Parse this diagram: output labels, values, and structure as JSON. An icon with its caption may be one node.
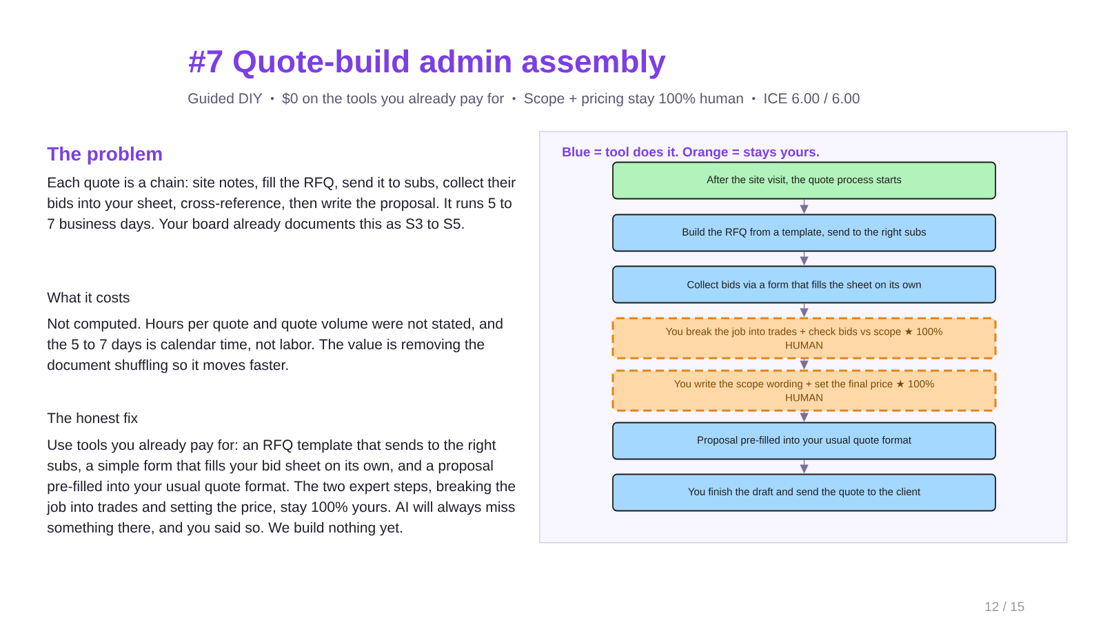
{
  "diagram": {
    "title": "#7 Quote-build admin assembly",
    "nodes": [
      {
        "text": [
          "Blue = tool does it. Orange = stays yours."
        ]
      },
      {
        "text": [
          "After the site visit, the quote process starts"
        ],
        "in": 0
      },
      {
        "text": [
          "Build the RFQ from a template, send to the right subs"
        ],
        "in": 0
      },
      {
        "text": [
          "Collect bids via a form that fills the sheet on its own"
        ],
        "in": 0
      },
      {
        "text": [
          "You break the job into trades + check bids vs scope ★ 100% HUMAN"
        ],
        "in": 0
      },
      {
        "text": [
          "You write the scope wording + set the final price ★ 100% HUMAN"
        ],
        "in": 0
      },
      {
        "text": [
          "Proposal pre-filled into your usual quote format"
        ],
        "in": 0
      },
      {
        "text": [
          "You finish the draft and send the quote to the client"
        ],
        "in": 0
      }
    ],
    "edges": [
      {
        "from": 1,
        "to": 2,
        "arrow": "to"
      },
      {
        "from": 2,
        "to": 3,
        "arrow": "to"
      },
      {
        "from": 3,
        "to": 4,
        "arrow": "to"
      },
      {
        "from": 4,
        "to": 5,
        "arrow": "to"
      },
      {
        "from": 5,
        "to": 6,
        "arrow": "to"
      },
      {
        "from": 6,
        "to": 7,
        "arrow": "to"
      }
    ],
    "labels": [
      "Guided DIY",
      "$0 on the tools you already pay for",
      "Scope + pricing stay 100% human",
      "ICE 6.00 / 6.00",
      "The problem",
      "Each quote is a chain: site notes, fill the RFQ, send it to subs, collect their bids into your sheet, cross-reference, then write the proposal. It runs 5 to 7 business days. Your board already documents this as S3 to S5.",
      "What it costs",
      "Not computed. Hours per quote and quote volume were not stated, and the 5 to 7 days is calendar time, not labor. The value is removing the document shuffling so it moves faster.",
      "The honest fix",
      "Use tools you already pay for: an RFQ template that sends to the right subs, a simple form that fills your bid sheet on its own, and a proposal pre-filled into your usual quote format. The two expert steps, breaking the job into trades and setting the price, stay 100% yours. AI will always miss something there, and you said so. We build nothing yet.",
      "12 / 15"
    ]
  }
}
